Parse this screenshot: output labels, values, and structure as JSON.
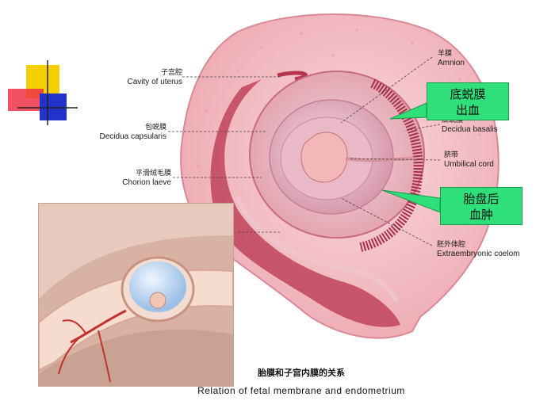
{
  "labels": {
    "amnion": {
      "zh": "羊膜",
      "en": "Amnion"
    },
    "cavity_of_uterus": {
      "zh": "子宫腔",
      "en": "Cavity of uterus"
    },
    "decidua_capsularis": {
      "zh": "包蜕膜",
      "en": "Decidua capsularis"
    },
    "decidua_basalis": {
      "zh": "底蜕膜",
      "en": "Decidua basalis"
    },
    "umbilical_cord": {
      "zh": "脐带",
      "en": "Umbilical cord"
    },
    "chorion_laeve": {
      "zh": "平滑绒毛膜",
      "en": "Chorion laeve"
    },
    "extraembryonic_coelom": {
      "zh": "胚外体腔",
      "en": "Extraembryonic coelom"
    }
  },
  "callouts": {
    "top": {
      "line1": "底蜕膜",
      "line2": "出血"
    },
    "bottom": {
      "line1": "胎盘后",
      "line2": "血肿"
    }
  },
  "caption": {
    "zh": "胎膜和子宫内膜的关系",
    "en": "Relation of fetal membrane and endometrium"
  },
  "colors": {
    "callout_fill": "#2fe07a",
    "uterus_wall": "#f2b8c0",
    "decidua": "#c0445a",
    "logo_yellow": "#f5d000",
    "logo_blue": "#2233cc",
    "logo_red": "#ee3344"
  }
}
